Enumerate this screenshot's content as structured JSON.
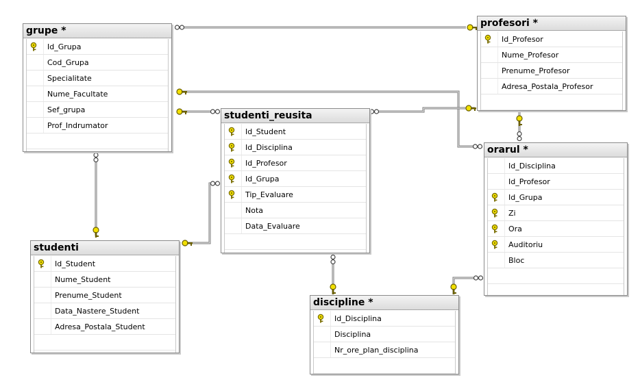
{
  "tables": {
    "grupe": {
      "title": "grupe *",
      "columns": [
        {
          "name": "Id_Grupa",
          "key": true
        },
        {
          "name": "Cod_Grupa",
          "key": false
        },
        {
          "name": "Specialitate",
          "key": false
        },
        {
          "name": "Nume_Facultate",
          "key": false
        },
        {
          "name": "Sef_grupa",
          "key": false
        },
        {
          "name": "Prof_Indrumator",
          "key": false
        }
      ]
    },
    "profesori": {
      "title": "profesori *",
      "columns": [
        {
          "name": "Id_Profesor",
          "key": true
        },
        {
          "name": "Nume_Profesor",
          "key": false
        },
        {
          "name": "Prenume_Profesor",
          "key": false
        },
        {
          "name": "Adresa_Postala_Profesor",
          "key": false
        }
      ]
    },
    "studenti_reusita": {
      "title": "studenti_reusita",
      "columns": [
        {
          "name": "Id_Student",
          "key": true
        },
        {
          "name": "Id_Disciplina",
          "key": true
        },
        {
          "name": "Id_Profesor",
          "key": true
        },
        {
          "name": "Id_Grupa",
          "key": true
        },
        {
          "name": "Tip_Evaluare",
          "key": true
        },
        {
          "name": "Nota",
          "key": false
        },
        {
          "name": "Data_Evaluare",
          "key": false
        }
      ]
    },
    "orarul": {
      "title": "orarul *",
      "columns": [
        {
          "name": "Id_Disciplina",
          "key": false
        },
        {
          "name": "Id_Profesor",
          "key": false
        },
        {
          "name": "Id_Grupa",
          "key": true
        },
        {
          "name": "Zi",
          "key": true
        },
        {
          "name": "Ora",
          "key": true
        },
        {
          "name": "Auditoriu",
          "key": true
        },
        {
          "name": "Bloc",
          "key": false
        }
      ]
    },
    "studenti": {
      "title": "studenti",
      "columns": [
        {
          "name": "Id_Student",
          "key": true
        },
        {
          "name": "Nume_Student",
          "key": false
        },
        {
          "name": "Prenume_Student",
          "key": false
        },
        {
          "name": "Data_Nastere_Student",
          "key": false
        },
        {
          "name": "Adresa_Postala_Student",
          "key": false
        }
      ]
    },
    "discipline": {
      "title": "discipline *",
      "columns": [
        {
          "name": "Id_Disciplina",
          "key": true
        },
        {
          "name": "Disciplina",
          "key": false
        },
        {
          "name": "Nr_ore_plan_disciplina",
          "key": false
        }
      ]
    }
  },
  "relationships": [
    {
      "one": "profesori",
      "many": "grupe"
    },
    {
      "one": "grupe",
      "many": "orarul"
    },
    {
      "one": "grupe",
      "many": "studenti_reusita"
    },
    {
      "one": "profesori",
      "many": "studenti_reusita"
    },
    {
      "one": "profesori",
      "many": "orarul"
    },
    {
      "one": "studenti",
      "many": "grupe"
    },
    {
      "one": "studenti",
      "many": "studenti_reusita"
    },
    {
      "one": "discipline",
      "many": "studenti_reusita"
    },
    {
      "one": "discipline",
      "many": "orarul"
    }
  ],
  "icons": {
    "key": "key-icon",
    "one_end": "key-end-icon",
    "many_end": "infinity-end-icon"
  },
  "colors": {
    "key": "#e8d400",
    "line": "#7a7a7a"
  }
}
